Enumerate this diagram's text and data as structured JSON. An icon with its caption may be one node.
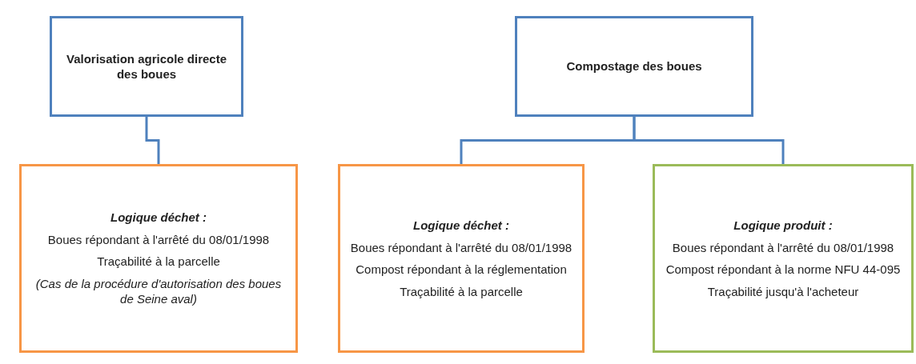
{
  "diagram": {
    "nodes": [
      {
        "text": [
          "Valorisation agricole directe des boues"
        ]
      },
      {
        "text": [
          "Compostage des boues"
        ]
      },
      {
        "text": [
          "Logique déchet :",
          "Boues répondant à l'arrêté du 08/01/1998",
          "Traçabilité à la parcelle",
          "(Cas de la procédure d'autorisation des boues de Seine aval)"
        ]
      },
      {
        "text": [
          "Logique déchet :",
          "Boues répondant à l'arrêté du 08/01/1998",
          "Compost répondant à la réglementation",
          "Traçabilité à la parcelle"
        ]
      },
      {
        "text": [
          "Logique produit :",
          "Boues répondant à l'arrêté du 08/01/1998",
          "Compost répondant à la norme NFU 44-095",
          "Traçabilité jusqu'à l'acheteur"
        ]
      }
    ],
    "edges": [
      {
        "from": 0,
        "to": 2,
        "arrow": "none"
      },
      {
        "from": 1,
        "to": 3,
        "arrow": "none"
      },
      {
        "from": 1,
        "to": 4,
        "arrow": "none"
      }
    ]
  }
}
